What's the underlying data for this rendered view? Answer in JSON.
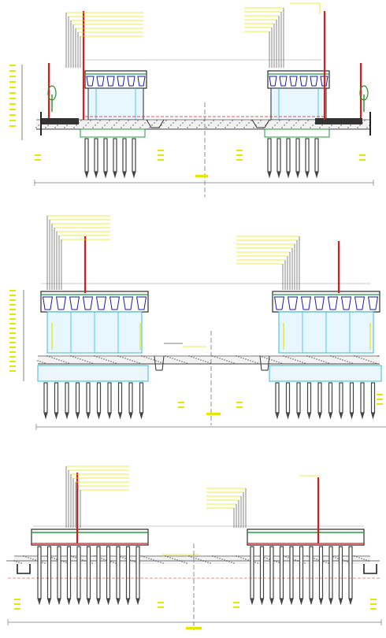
{
  "drawing": {
    "title": "",
    "sections": [
      {
        "id": "section-1",
        "label": ""
      },
      {
        "id": "section-2",
        "label": ""
      },
      {
        "id": "section-3",
        "label": ""
      }
    ]
  },
  "palette": {
    "linework": "#2b2b2b",
    "annotation": "#e6e600",
    "pile": "#444444",
    "cap": "#d81b1b",
    "tree": "#2e8b2e",
    "bearing": "#1a1aa0",
    "pier_fill": "#e8f7ff",
    "ground": "#8a8a8a",
    "accent_cyan": "#35b8e0",
    "accent_green": "#1f9e3a"
  },
  "icons": {
    "tree": "tree-icon",
    "pile": "pile-icon",
    "pole": "pole-icon"
  }
}
